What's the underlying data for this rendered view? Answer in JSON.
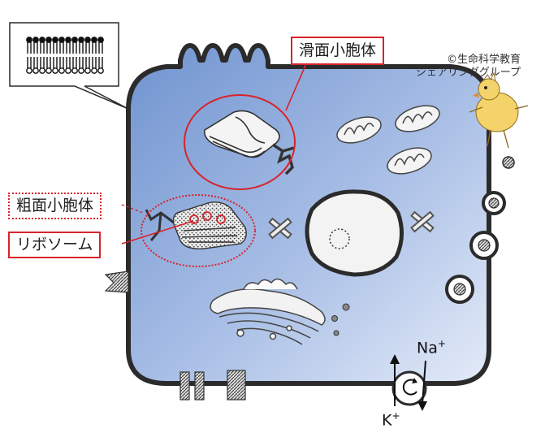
{
  "labels": {
    "smooth_er": "滑面小胞体",
    "rough_er": "粗面小胞体",
    "ribosome": "リボソーム"
  },
  "credit": {
    "line1": "©生命科学教育",
    "line2": "シェアリンググループ"
  },
  "ions": {
    "na": "Na",
    "na_charge": "+",
    "k": "K",
    "k_charge": "+"
  },
  "colors": {
    "highlight": "#d8232a",
    "cytoplasm_start": "#6f93cf",
    "cytoplasm_end": "#dfe7f7",
    "membrane": "#2b2b2b"
  },
  "icons": [
    "phospholipid-bilayer-icon",
    "chick-mascot-icon",
    "pump-rotation-icon"
  ]
}
